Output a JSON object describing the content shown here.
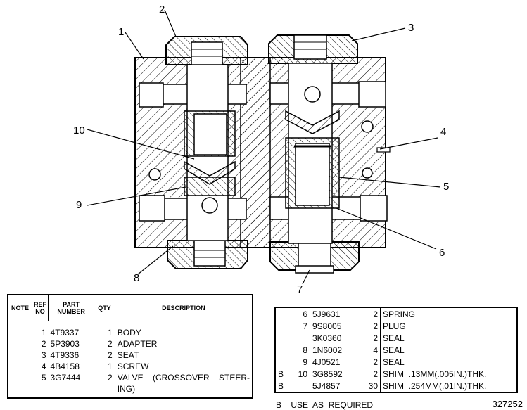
{
  "callouts": [
    "1",
    "2",
    "3",
    "4",
    "5",
    "6",
    "7",
    "8",
    "9",
    "10"
  ],
  "left_table": {
    "headers": {
      "note": "NOTE",
      "ref": "REF NO",
      "part": "PART NUMBER",
      "qty": "QTY",
      "desc": "DESCRIPTION"
    },
    "rows": [
      {
        "note": "",
        "ref": "1",
        "part": "4T9337",
        "qty": "1",
        "desc": "BODY"
      },
      {
        "note": "",
        "ref": "2",
        "part": "5P3903",
        "qty": "2",
        "desc": "ADAPTER"
      },
      {
        "note": "",
        "ref": "3",
        "part": "4T9336",
        "qty": "2",
        "desc": "SEAT"
      },
      {
        "note": "",
        "ref": "4",
        "part": "4B4158",
        "qty": "1",
        "desc": "SCREW"
      },
      {
        "note": "",
        "ref": "5",
        "part": "3G7444",
        "qty": "2",
        "desc": "VALVE    (CROSSOVER    STEER-"
      },
      {
        "note": "",
        "ref": "",
        "part": "",
        "qty": "",
        "desc": "ING)"
      }
    ]
  },
  "right_table": {
    "rows": [
      {
        "note": "",
        "ref": "6",
        "part": "5J9631",
        "qty": "2",
        "desc": "SPRING"
      },
      {
        "note": "",
        "ref": "7",
        "part": "9S8005",
        "qty": "2",
        "desc": "PLUG"
      },
      {
        "note": "",
        "ref": "",
        "part": "3K0360",
        "qty": "2",
        "desc": "SEAL"
      },
      {
        "note": "",
        "ref": "8",
        "part": "1N6002",
        "qty": "4",
        "desc": "SEAL"
      },
      {
        "note": "",
        "ref": "9",
        "part": "4J0521",
        "qty": "2",
        "desc": "SEAL"
      },
      {
        "note": "B",
        "ref": "10",
        "part": "3G8592",
        "qty": "2",
        "desc": "SHIM  .13MM(.005IN.)THK."
      },
      {
        "note": "B",
        "ref": "",
        "part": "5J4857",
        "qty": "30",
        "desc": "SHIM  .254MM(.01IN.)THK."
      }
    ]
  },
  "footnote": "B    USE  AS  REQUIRED",
  "drawing_number": "327252"
}
